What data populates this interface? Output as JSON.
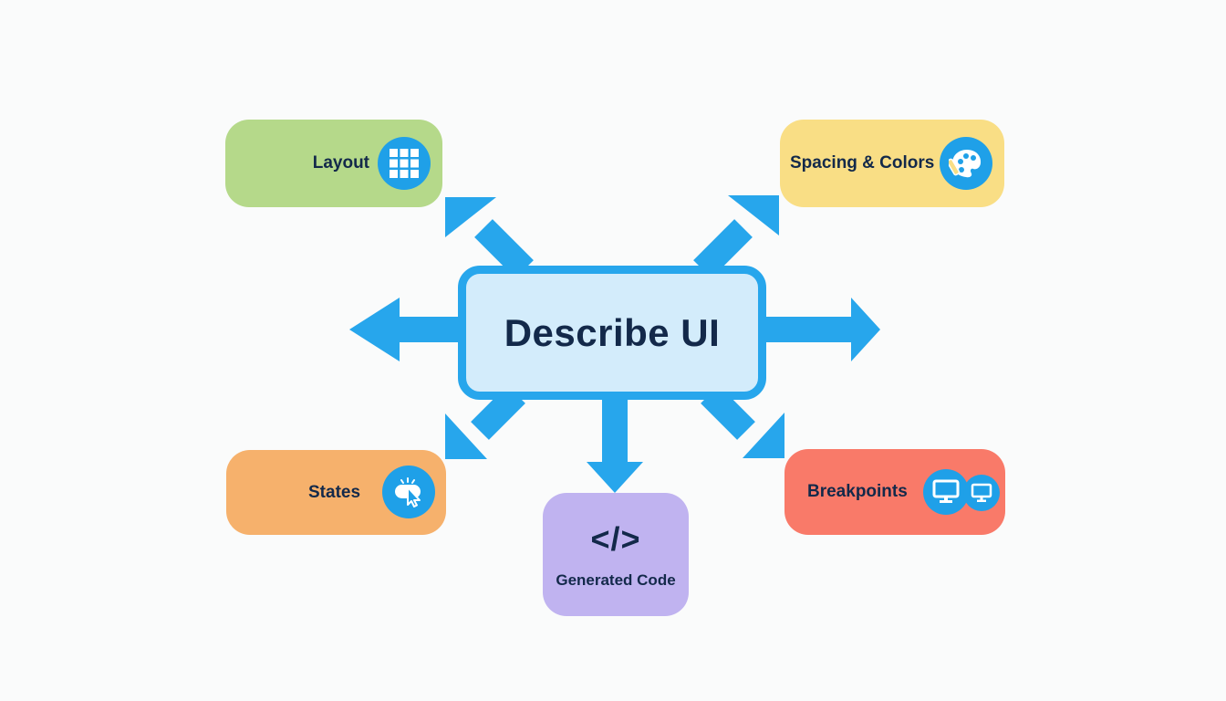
{
  "center": {
    "label": "Describe UI"
  },
  "nodes": {
    "layout": {
      "label": "Layout",
      "icon": "grid-icon",
      "color": "#b5d98a"
    },
    "spacing_colors": {
      "label": "Spacing & Colors",
      "icon": "palette-icon",
      "color": "#f9de85"
    },
    "states": {
      "label": "States",
      "icon": "cursor-click-icon",
      "color": "#f6b16c"
    },
    "generated_code": {
      "label": "Generated Code",
      "symbol": "</>",
      "color": "#c0b3f0"
    },
    "breakpoints": {
      "label": "Breakpoints",
      "icon": "monitors-icon",
      "color": "#f97a69"
    }
  },
  "colors": {
    "arrow": "#27a6ec",
    "icon_bg": "#1fa0e8",
    "text": "#13294a",
    "center_bg": "#d3ecfb"
  }
}
